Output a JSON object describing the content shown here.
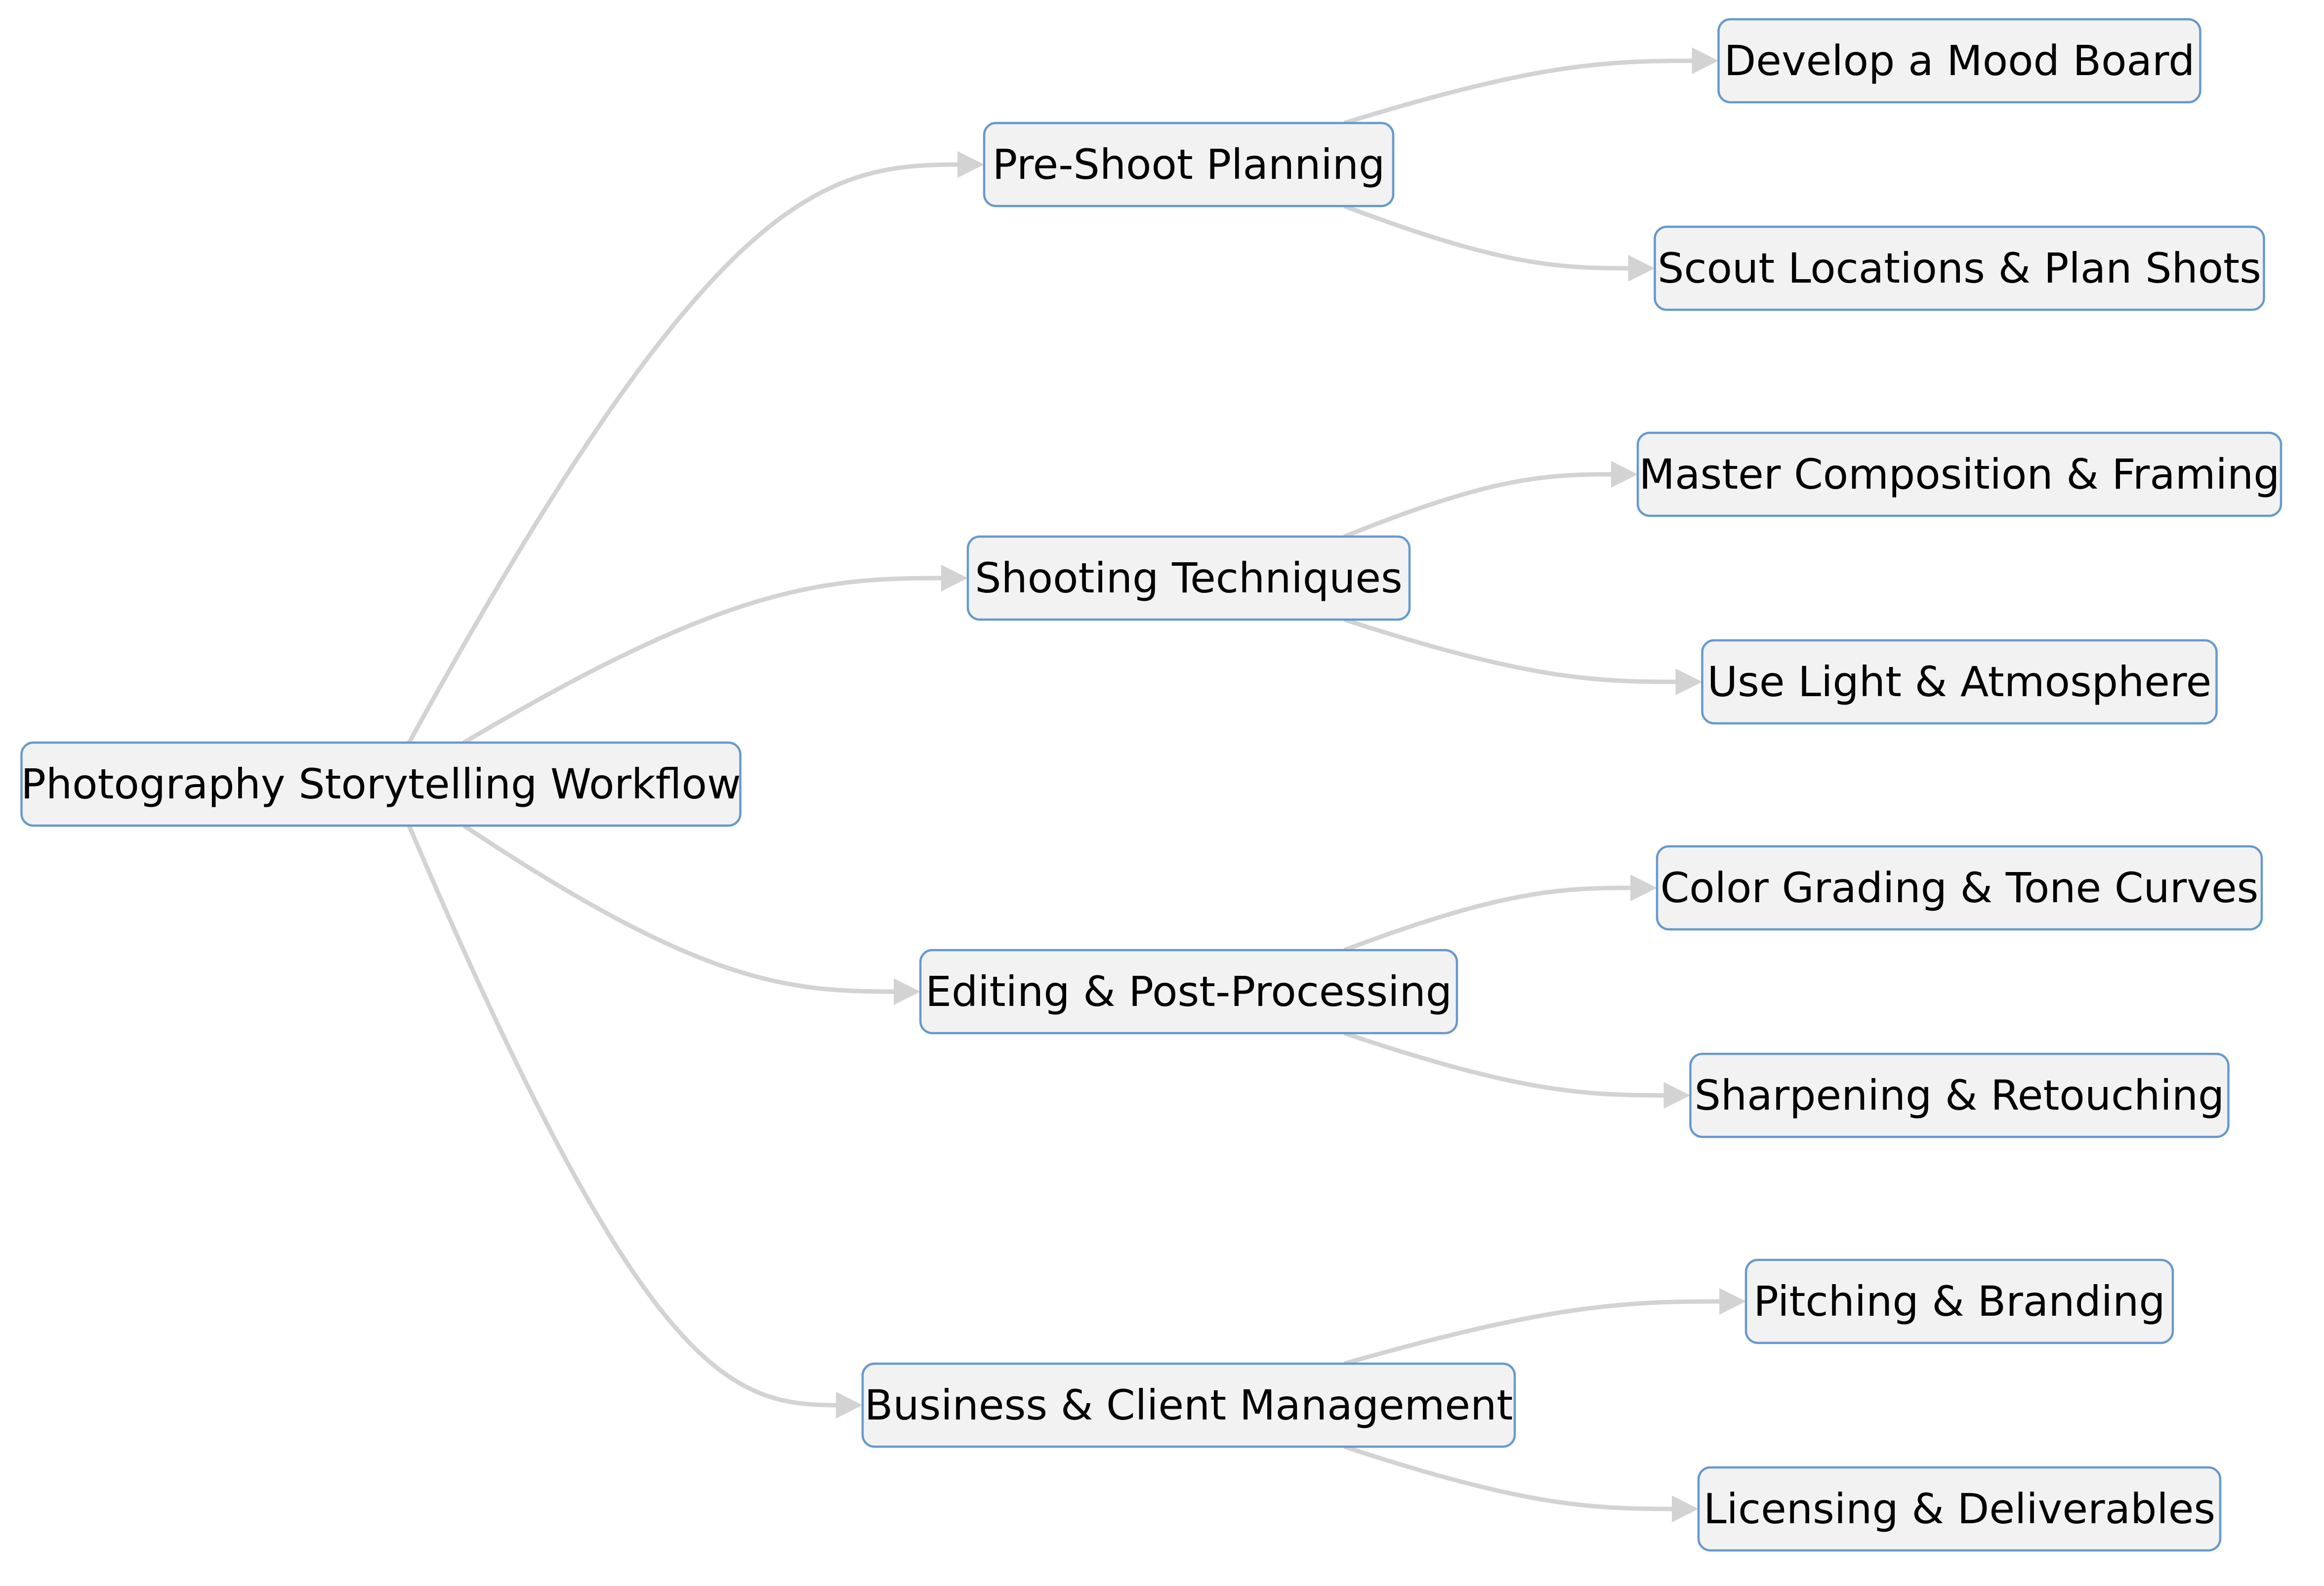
{
  "diagram": {
    "type": "tree",
    "direction": "left-to-right",
    "colors": {
      "node_fill": "#f2f2f2",
      "node_border": "#6699cc",
      "edge": "#d3d3d3",
      "text": "#000000"
    },
    "root": {
      "id": "root",
      "label": "Photography Storytelling Workflow"
    },
    "branches": [
      {
        "id": "pre-shoot-planning",
        "label": "Pre-Shoot Planning",
        "children": [
          {
            "id": "develop-a-mood-board",
            "label": "Develop a Mood Board"
          },
          {
            "id": "scout-locations-plan-shots",
            "label": "Scout Locations & Plan Shots"
          }
        ]
      },
      {
        "id": "shooting-techniques",
        "label": "Shooting Techniques",
        "children": [
          {
            "id": "master-composition-framing",
            "label": "Master Composition & Framing"
          },
          {
            "id": "use-light-atmosphere",
            "label": "Use Light & Atmosphere"
          }
        ]
      },
      {
        "id": "editing-post-processing",
        "label": "Editing & Post-Processing",
        "children": [
          {
            "id": "color-grading-tone-curves",
            "label": "Color Grading & Tone Curves"
          },
          {
            "id": "sharpening-retouching",
            "label": "Sharpening & Retouching"
          }
        ]
      },
      {
        "id": "business-client-management",
        "label": "Business & Client Management",
        "children": [
          {
            "id": "pitching-branding",
            "label": "Pitching & Branding"
          },
          {
            "id": "licensing-deliverables",
            "label": "Licensing & Deliverables"
          }
        ]
      }
    ]
  }
}
